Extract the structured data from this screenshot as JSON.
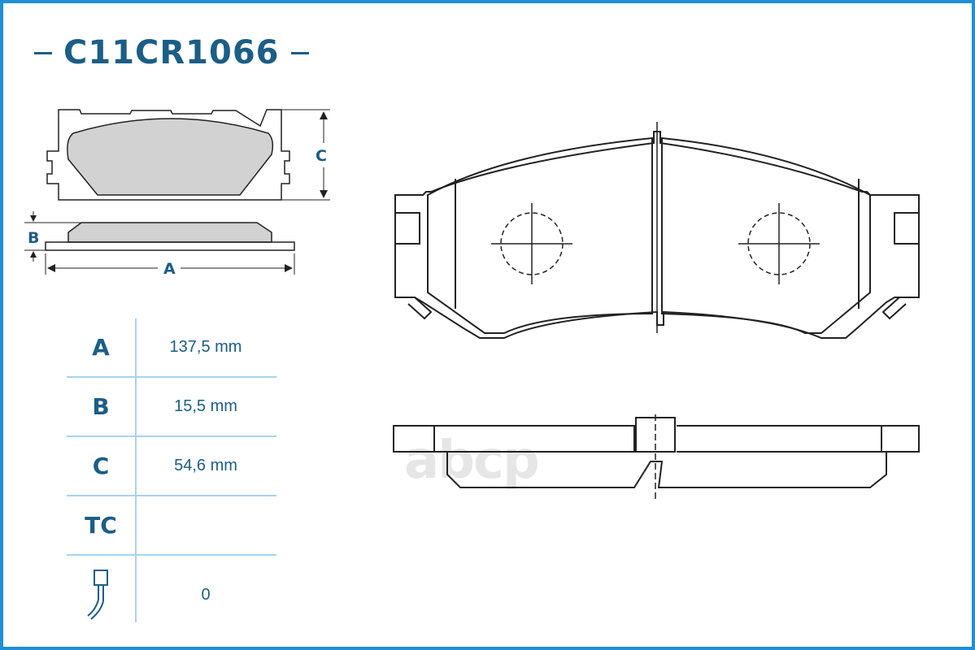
{
  "header": {
    "part_code": "C11CR1066"
  },
  "diagram": {
    "label_a": "A",
    "label_b": "B",
    "label_c": "C"
  },
  "specs": [
    {
      "key": "A",
      "value": "137,5 mm"
    },
    {
      "key": "B",
      "value": "15,5 mm"
    },
    {
      "key": "C",
      "value": "54,6 mm"
    },
    {
      "key": "TC",
      "value": ""
    },
    {
      "key_icon": "wear-sensor-icon",
      "value": "0"
    }
  ],
  "watermark": "abcp",
  "colors": {
    "frame": "#1f8fd6",
    "text": "#1b5e86",
    "divider": "#a9d2ec",
    "pad_fill": "#d2d2d2"
  }
}
